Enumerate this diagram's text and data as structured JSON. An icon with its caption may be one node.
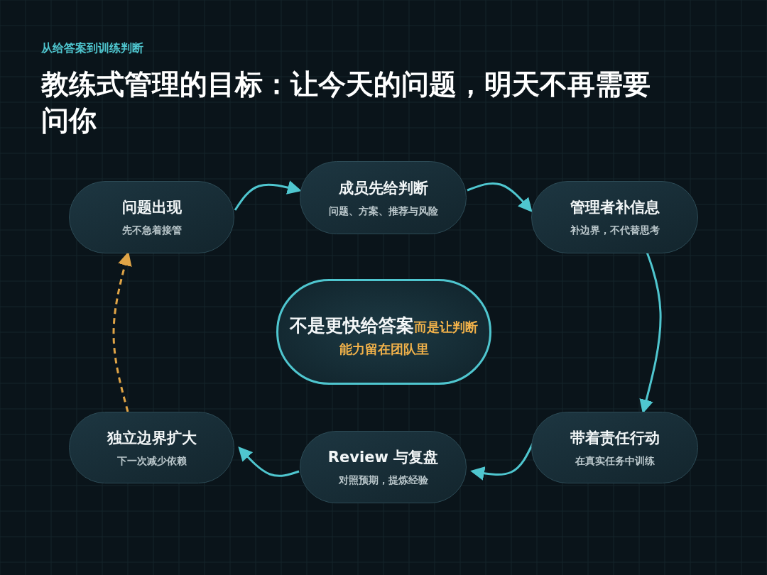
{
  "diagram": {
    "title": "教练式管理的目标：让今天的问题，明天不再需要问你",
    "nodes": [
      {
        "text": [
          "问题出现",
          "先不急着接管"
        ]
      },
      {
        "text": [
          "成员先给判断",
          "问题、方案、推荐与风险"
        ]
      },
      {
        "text": [
          "管理者补信息",
          "补边界，不代替思考"
        ]
      },
      {
        "text": [
          "带着责任行动",
          "在真实任务中训练"
        ]
      },
      {
        "text": [
          "Review 与复盘",
          "对照预期，提炼经验"
        ]
      },
      {
        "text": [
          "独立边界扩大",
          "下一次减少依赖"
        ]
      },
      {
        "text": [
          "不是更快给答案",
          "而是让判断能力留在团队里"
        ]
      }
    ],
    "edges": [
      {
        "from": 0,
        "to": 1,
        "arrow": "to"
      },
      {
        "from": 1,
        "to": 2,
        "arrow": "to"
      },
      {
        "from": 2,
        "to": 3,
        "arrow": "to"
      },
      {
        "from": 3,
        "to": 4,
        "arrow": "to"
      },
      {
        "from": 4,
        "to": 5,
        "arrow": "to"
      },
      {
        "from": 5,
        "to": 0,
        "arrow": "to",
        "style": "dashed",
        "color": "#e0a446"
      }
    ],
    "labels": [
      "从给答案到训练判断"
    ]
  }
}
